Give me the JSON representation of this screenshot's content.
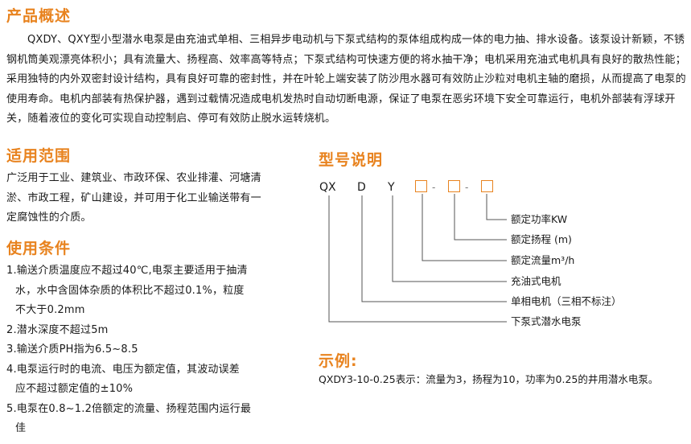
{
  "overview": {
    "title": "产品概述",
    "text": "QXDY、QXY型小型潜水电泵是由充油式单相、三相异步电动机与下泵式结构的泵体组成构成一体的电力抽、排水设备。该泵设计新颖，不锈钢机筒美观漂亮体积小；具有流量大、扬程高、效率高等特点；下泵式结构可快速方便的将水抽干净；电机采用充油式电机具有良好的散热性能；采用独特的内外双密封设计结构，具有良好可靠的密封性，并在叶轮上端安装了防沙甩水器可有效防止沙粒对电机主轴的磨损，从而提高了电泵的使用寿命。电机内部装有热保护器，遇到过载情况造成电机发热时自动切断电源，保证了电泵在恶劣环境下安全可靠运行，电机外部装有浮球开关，随着液位的变化可实现自动控制启、停可有效防止脱水运转烧机。"
  },
  "scope": {
    "title": "适用范围",
    "text": "广泛用于工业、建筑业、市政环保、农业排灌、河塘清淤、市政工程，矿山建设，并可用于化工业输送带有一定腐蚀性的介质。"
  },
  "conditions": {
    "title": "使用条件",
    "items": [
      {
        "first": "1.输送介质温度应不超过40℃,电泵主要适用于抽清",
        "rest": [
          "水，水中含固体杂质的体积比不超过0.1%，粒度",
          "不大于0.2mm"
        ]
      },
      {
        "first": "2.潜水深度不超过5m",
        "rest": []
      },
      {
        "first": "3.输送介质PH指为6.5~8.5",
        "rest": []
      },
      {
        "first": "4.电泵运行时的电流、电压为额定值，其波动误差",
        "rest": [
          "应不超过额定值的±10%"
        ]
      },
      {
        "first": "5.电泵在0.8~1.2倍额定的流量、扬程范围内运行最",
        "rest": [
          "佳"
        ]
      }
    ]
  },
  "model": {
    "title": "型号说明",
    "codes": [
      "QX",
      "D",
      "Y"
    ],
    "dash": "-",
    "labels": [
      "额定功率KW",
      "额定扬程 (m)",
      "额定流量m³/h",
      "充油式电机",
      "单相电机（三相不标注）",
      "下泵式潜水电泵"
    ]
  },
  "example": {
    "title": "示例:",
    "text": "QXDY3-10-0.25表示：流量为3，扬程为10，功率为0.25的井用潜水电泵。"
  },
  "colors": {
    "accent": "#e8831f",
    "line": "#555555"
  }
}
